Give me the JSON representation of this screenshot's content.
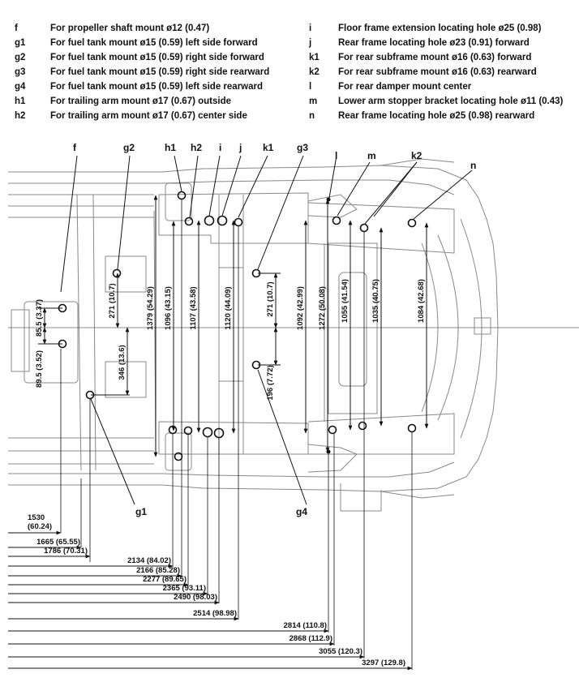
{
  "legend": {
    "left": [
      {
        "key": "f",
        "text": "For propeller shaft mount ø12 (0.47)"
      },
      {
        "key": "g1",
        "text": "For fuel tank mount ø15 (0.59) left side forward"
      },
      {
        "key": "g2",
        "text": "For fuel tank mount ø15 (0.59) right side forward"
      },
      {
        "key": "g3",
        "text": "For fuel tank mount ø15 (0.59) right side rearward"
      },
      {
        "key": "g4",
        "text": "For fuel tank mount ø15 (0.59) left side rearward"
      },
      {
        "key": "h1",
        "text": "For trailing arm mount ø17 (0.67) outside"
      },
      {
        "key": "h2",
        "text": "For trailing arm mount ø17 (0.67) center side"
      }
    ],
    "right": [
      {
        "key": "i",
        "text": "Floor frame extension locating hole ø25 (0.98)"
      },
      {
        "key": "j",
        "text": "Rear frame locating hole ø23 (0.91) forward"
      },
      {
        "key": "k1",
        "text": "For rear subframe mount ø16 (0.63) forward"
      },
      {
        "key": "k2",
        "text": "For rear subframe mount ø16 (0.63) rearward"
      },
      {
        "key": "l",
        "text": "For rear damper mount center"
      },
      {
        "key": "m",
        "text": "Lower arm stopper bracket locating hole ø11 (0.43)"
      },
      {
        "key": "n",
        "text": "Rear frame locating hole ø25 (0.98) rearward"
      }
    ]
  },
  "callouts": {
    "f": "f",
    "g2": "g2",
    "h1": "h1",
    "h2": "h2",
    "i": "i",
    "j": "j",
    "k1": "k1",
    "g3": "g3",
    "l": "l",
    "m": "m",
    "k2": "k2",
    "n": "n",
    "g1": "g1",
    "g4": "g4"
  },
  "vertical_dims": {
    "d855": "85.5 (3.37)",
    "d895": "89.5 (3.52)",
    "d271a": "271 (10.7)",
    "d346": "346 (13.6)",
    "d1379": "1379 (54.29)",
    "d1096": "1096 (43.15)",
    "d1107": "1107 (43.58)",
    "d1120": "1120 (44.09)",
    "d271b": "271 (10.7)",
    "d196": "196 (7.72)",
    "d1092": "1092 (42.99)",
    "d1272": "1272 (50.08)",
    "d1055": "1055 (41.54)",
    "d1035": "1035 (40.75)",
    "d1084": "1084 (42.68)"
  },
  "horizontal_dims": [
    {
      "label": "1530",
      "sub": "(60.24)"
    },
    {
      "label": "1665 (65.55)"
    },
    {
      "label": "1786 (70.31)"
    },
    {
      "label": "2134 (84.02)"
    },
    {
      "label": "2166 (85.28)"
    },
    {
      "label": "2277 (89.65)"
    },
    {
      "label": "2365 (93.11)"
    },
    {
      "label": "2490 (98.03)"
    },
    {
      "label": "2514 (98.98)"
    },
    {
      "label": "2814 (110.8)"
    },
    {
      "label": "2868 (112.9)"
    },
    {
      "label": "3055 (120.3)"
    },
    {
      "label": "3297 (129.8)"
    }
  ]
}
